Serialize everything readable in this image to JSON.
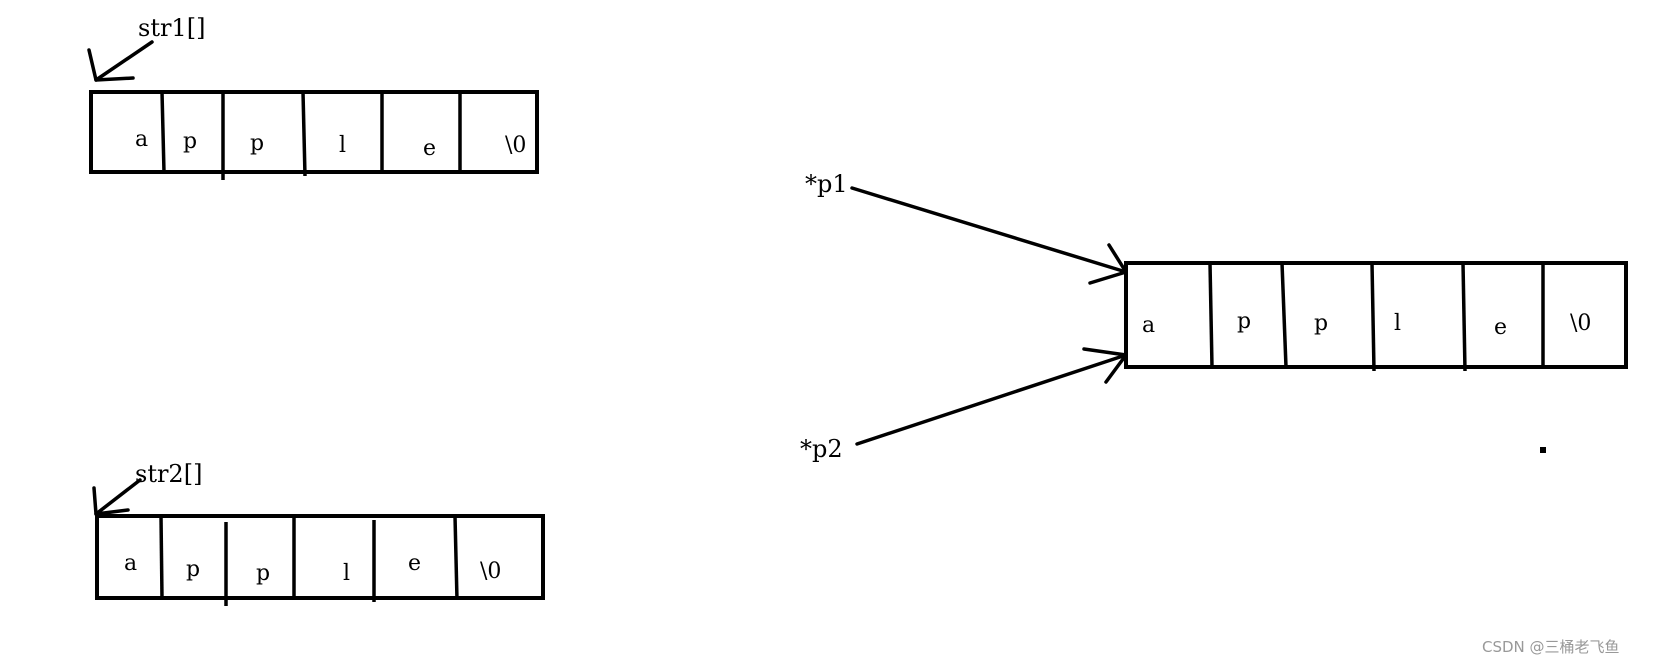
{
  "labels": {
    "str1": "str1[]",
    "str2": "str2[]",
    "p1": "*p1",
    "p2": "*p2"
  },
  "arrays": {
    "str1": [
      "a",
      "p",
      "p",
      "l",
      "e",
      "\\0"
    ],
    "str2": [
      "a",
      "p",
      "p",
      "l",
      "e",
      "\\0"
    ],
    "shared": [
      "a",
      "p",
      "p",
      "l",
      "e",
      "\\0"
    ]
  },
  "watermark": "CSDN @三桶老飞鱼",
  "colors": {
    "ink": "#000000",
    "watermark": "#999999",
    "background": "#ffffff"
  }
}
